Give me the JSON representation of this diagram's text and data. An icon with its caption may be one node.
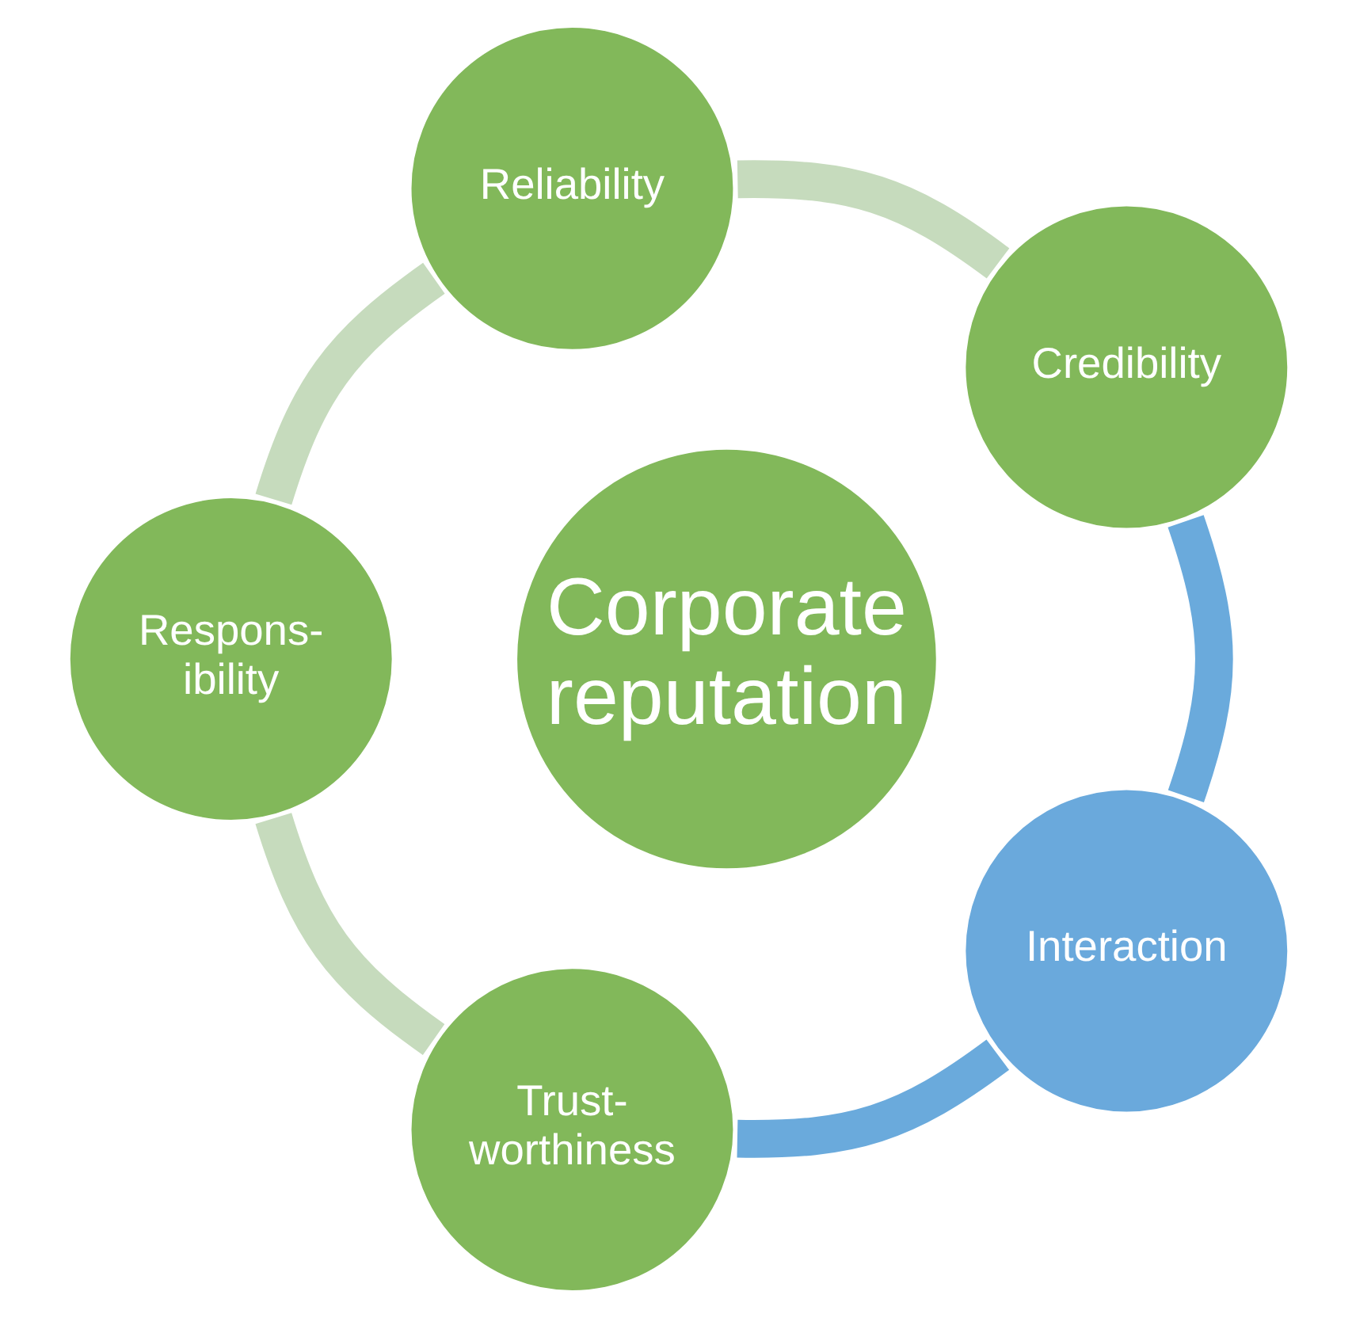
{
  "diagram": {
    "nodes": [
      {
        "text": [
          "Corporate reputation"
        ]
      },
      {
        "text": [
          "Credibility"
        ]
      },
      {
        "text": [
          "Reliability"
        ]
      },
      {
        "text": [
          "Respons- ibility"
        ]
      },
      {
        "text": [
          "Trust- worthiness"
        ]
      },
      {
        "text": [
          "Interaction"
        ]
      }
    ],
    "edges": [
      {
        "from": 1,
        "to": 2,
        "arrow": "none"
      },
      {
        "from": 2,
        "to": 3,
        "arrow": "none"
      },
      {
        "from": 3,
        "to": 4,
        "arrow": "none"
      },
      {
        "from": 4,
        "to": 5,
        "arrow": "none",
        "color": "#6aaadc"
      },
      {
        "from": 5,
        "to": 1,
        "arrow": "none",
        "color": "#6aaadc"
      }
    ]
  }
}
